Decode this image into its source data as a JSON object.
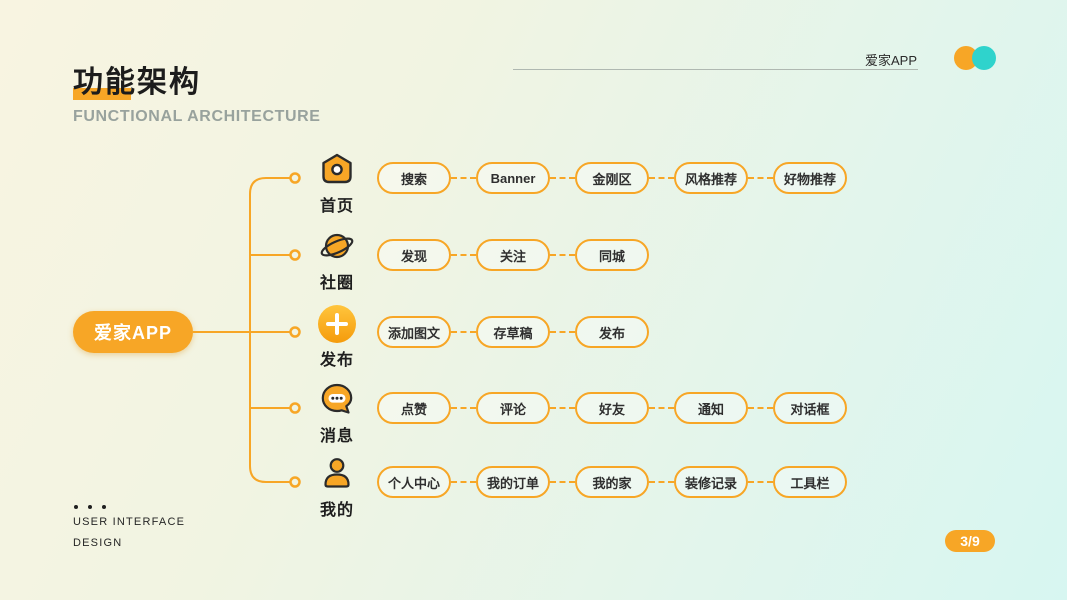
{
  "page": {
    "title": "功能架构",
    "subtitle": "FUNCTIONAL ARCHITECTURE",
    "page_number": "3/9",
    "footer_line1": "USER INTERFACE",
    "footer_line2": "DESIGN"
  },
  "header": {
    "app_label": "爱家APP"
  },
  "root": {
    "label": "爱家APP"
  },
  "branches": [
    {
      "label": "首页",
      "icon": "home-icon",
      "nodes": [
        "搜索",
        "Banner",
        "金刚区",
        "风格推荐",
        "好物推荐"
      ]
    },
    {
      "label": "社圈",
      "icon": "planet-icon",
      "nodes": [
        "发现",
        "关注",
        "同城"
      ]
    },
    {
      "label": "发布",
      "icon": "plus-icon",
      "nodes": [
        "添加图文",
        "存草稿",
        "发布"
      ]
    },
    {
      "label": "消息",
      "icon": "chat-icon",
      "nodes": [
        "点赞",
        "评论",
        "好友",
        "通知",
        "对话框"
      ]
    },
    {
      "label": "我的",
      "icon": "user-icon",
      "nodes": [
        "个人中心",
        "我的订单",
        "我的家",
        "装修记录",
        "工具栏"
      ]
    }
  ],
  "colors": {
    "accent_orange": "#F7A626",
    "accent_cyan": "#2FD3CC",
    "text_dark": "#2B2B2B",
    "subtitle_gray": "#98A29D",
    "node_border": "#F7A626"
  }
}
